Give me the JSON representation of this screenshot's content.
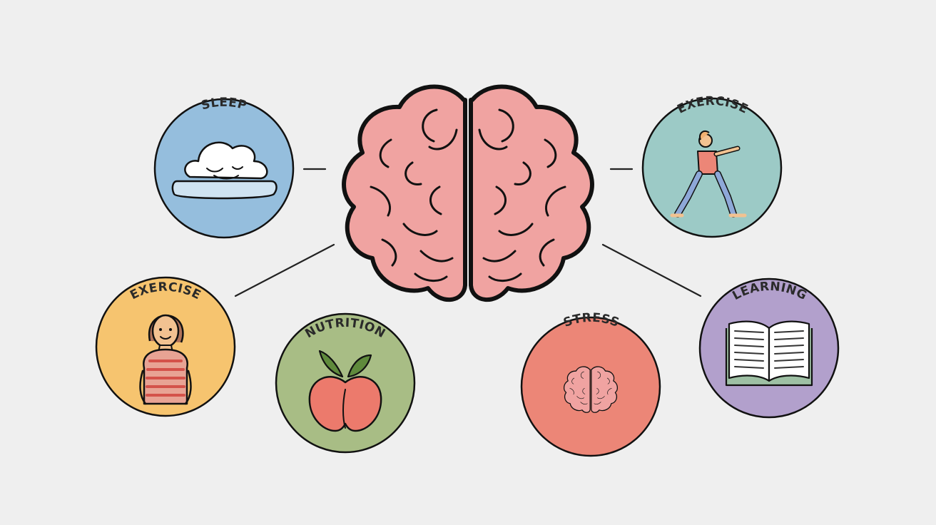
{
  "diagram": {
    "center": {
      "icon": "brain-icon",
      "fill": "#f0a3a1"
    },
    "nodes": [
      {
        "key": "sleep",
        "label": "SLEEP",
        "icon": "cloud-pillow-icon",
        "color": "#95bedd"
      },
      {
        "key": "exercise_right",
        "label": "EXERCISE",
        "icon": "stretching-person-icon",
        "color": "#9ccac6"
      },
      {
        "key": "exercise_left",
        "label": "EXERCISE",
        "icon": "person-portrait-icon",
        "color": "#f6c46f"
      },
      {
        "key": "nutrition",
        "label": "NUTRITION",
        "icon": "apple-icon",
        "color": "#a8bd85"
      },
      {
        "key": "stress",
        "label": "STRESS",
        "icon": "small-brain-icon",
        "color": "#ec8677"
      },
      {
        "key": "learning",
        "label": "LEARNING",
        "icon": "open-book-icon",
        "color": "#b2a0cc"
      }
    ]
  }
}
